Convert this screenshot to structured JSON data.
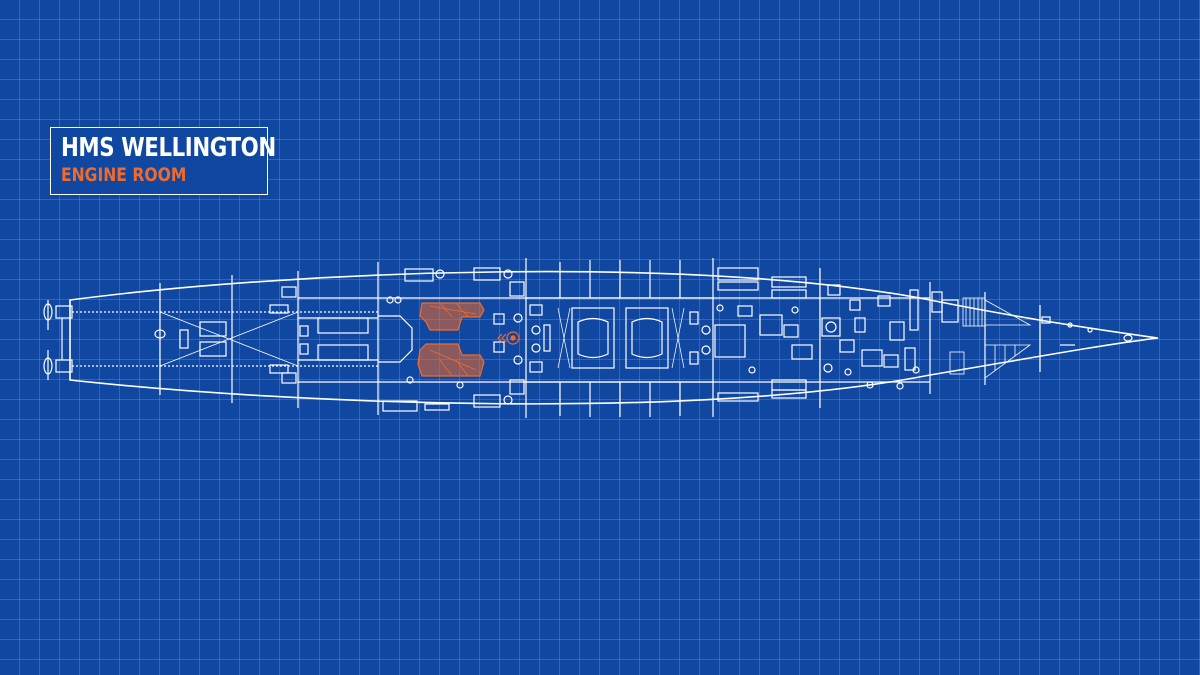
{
  "title": {
    "ship_name": "HMS WELLINGTON",
    "section": "ENGINE ROOM"
  },
  "colors": {
    "background": "#0f47a1",
    "line": "#ffffff",
    "highlight": "#f26a2a"
  },
  "diagram": {
    "type": "ship deck plan",
    "highlighted_compartment": "engine room",
    "highlighted_components": [
      "engine-port",
      "engine-starboard",
      "engine-control-marker"
    ]
  }
}
